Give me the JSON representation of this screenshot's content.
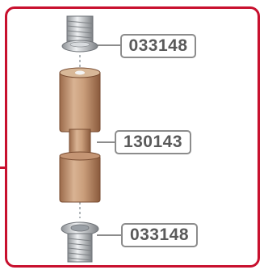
{
  "parts": [
    {
      "id": "top-screw",
      "part_number": "033148"
    },
    {
      "id": "spacer-assembly",
      "part_number": "130143"
    },
    {
      "id": "bottom-screw",
      "part_number": "033148"
    }
  ],
  "colors": {
    "frame_border": "#c8102e",
    "label_border": "#8c8c8c",
    "label_text": "#5a5a5a",
    "spacer_fill": "#c9a07e",
    "screw_fill": "#c4c7ca"
  }
}
